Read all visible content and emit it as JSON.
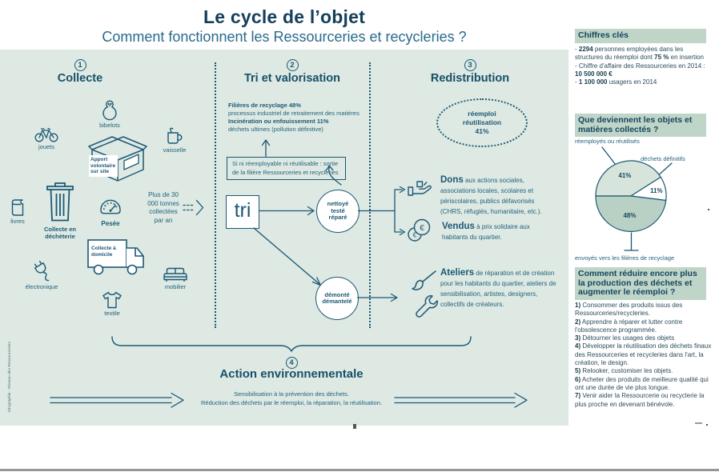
{
  "header": {
    "title": "Le cycle de l’objet",
    "subtitle": "Comment fonctionnent les Ressourceries et recycleries ?"
  },
  "colors": {
    "background_green": "#dde9e2",
    "ink_blue": "#1d5875",
    "title_navy": "#143f5b",
    "sidebar_band_green": "#bfd5c8",
    "pie_light_green": "#d7e4db",
    "pie_sage_green": "#b9d0c4",
    "pie_white": "#ffffff"
  },
  "collecte": {
    "number": "1",
    "title": "Collecte",
    "labels": {
      "bibelots": "bibelots",
      "jouets": "jouets",
      "vaisselle": "vaisselle",
      "livres": "livres",
      "electronique": "électronique",
      "textile": "textile",
      "mobilier": "mobilier"
    },
    "apport_label": "Apport volontaire sur site",
    "dechetterie_label": "Collecte en déchèterie",
    "pesee_label": "Pesée",
    "tonnage_text": "Plus de 30 000 tonnes collectées par an",
    "domicile_label": "Collecte à domicile"
  },
  "tri": {
    "number": "2",
    "title": "Tri et valorisation",
    "recyclage_bold": "Filières de recyclage 48%",
    "recyclage_text": "processus industriel de retraitement des matières",
    "incineration_bold": "Incinération ou enfouissement 11%",
    "incineration_text": "déchets ultimes (pollution définitive)",
    "exit_box_text": "Si ni réemployable ni réutilisable : sortie de la filière Ressourceries et recycleries",
    "tri_label": "tri",
    "circle_clean": "nettoyé testé réparé",
    "circle_dismantled": "démonté démantelé"
  },
  "redistribution": {
    "number": "3",
    "title": "Redistribution",
    "ellipse_label": "réemploi réutilisation 41%",
    "dons_lead": "Dons",
    "dons_text": "aux actions sociales, associations locales, scolaires et périscolaires, publics défavorisés (CHRS, réfugiés, humanitaire, etc.).",
    "vendus_lead": "Vendus",
    "vendus_text": "à prix solidaire aux habitants du quartier.",
    "ateliers_lead": "Ateliers",
    "ateliers_text": "de réparation et de création pour les habitants du quartier, ateliers de sensibilisation, artistes, designers, collectifs de créateurs."
  },
  "footer": {
    "number": "4",
    "title": "Action environnementale",
    "line1": "Sensibilisation à la prévention des déchets.",
    "line2": "Réduction des déchets par le réemploi, la réparation, la réutilisation.",
    "credit": "Infographie : Réseau des Ressourceries"
  },
  "sidebar": {
    "chiffres": {
      "header": "Chiffres clés",
      "items": [
        {
          "dash": "- ",
          "bold1": "2294",
          "text1": " personnes employées dans les structures du réemploi dont ",
          "bold2": "75 %",
          "text2": " en insertion"
        },
        {
          "dash": "- ",
          "text1": "Chiffre d'affaire des Ressourceries en 2014 : ",
          "bold1": "10 500 000 €"
        },
        {
          "dash": "- ",
          "bold1": "1 100 000",
          "text1": " usagers en 2014"
        }
      ]
    },
    "pie_section": {
      "header": "Que deviennent les objets et matières collectés ?",
      "label_top": "réemployés ou réutilisés",
      "label_right": "déchets définitifs",
      "label_bottom": "envoyés vers les filières de recyclage"
    },
    "reduire": {
      "header": "Comment réduire encore plus la production des déchets et augmenter le réemploi ?",
      "items": [
        {
          "n": "1)",
          "t": " Consommer des produits issus des Ressourceries/recycleries."
        },
        {
          "n": "2)",
          "t": " Apprendre à réparer et lutter contre l'obsolescence programmée."
        },
        {
          "n": "3)",
          "t": " Détourner les usages des objets"
        },
        {
          "n": "4)",
          "t": " Développer la réutilisation des déchets finaux des Ressourceries et recycleries dans l'art, la création, le design."
        },
        {
          "n": "5)",
          "t": " Relooker, customiser les objets."
        },
        {
          "n": "6)",
          "t": " Acheter des produits de meilleure qualité qui ont une durée de vie plus longue."
        },
        {
          "n": "7)",
          "t": " Venir aider la Ressourcerie ou recyclerie la plus proche en devenant bénévole."
        }
      ]
    }
  },
  "chart_data": {
    "type": "pie",
    "title": "Que deviennent les objets et matières collectés ?",
    "start_angle_deg": 180,
    "direction": "clockwise",
    "slices": [
      {
        "label": "réemployés ou réutilisés",
        "value": 41,
        "color": "#d7e4db"
      },
      {
        "label": "déchets définitifs",
        "value": 11,
        "color": "#ffffff"
      },
      {
        "label": "envoyés vers les filières de recyclage",
        "value": 48,
        "color": "#b9d0c4"
      }
    ]
  }
}
